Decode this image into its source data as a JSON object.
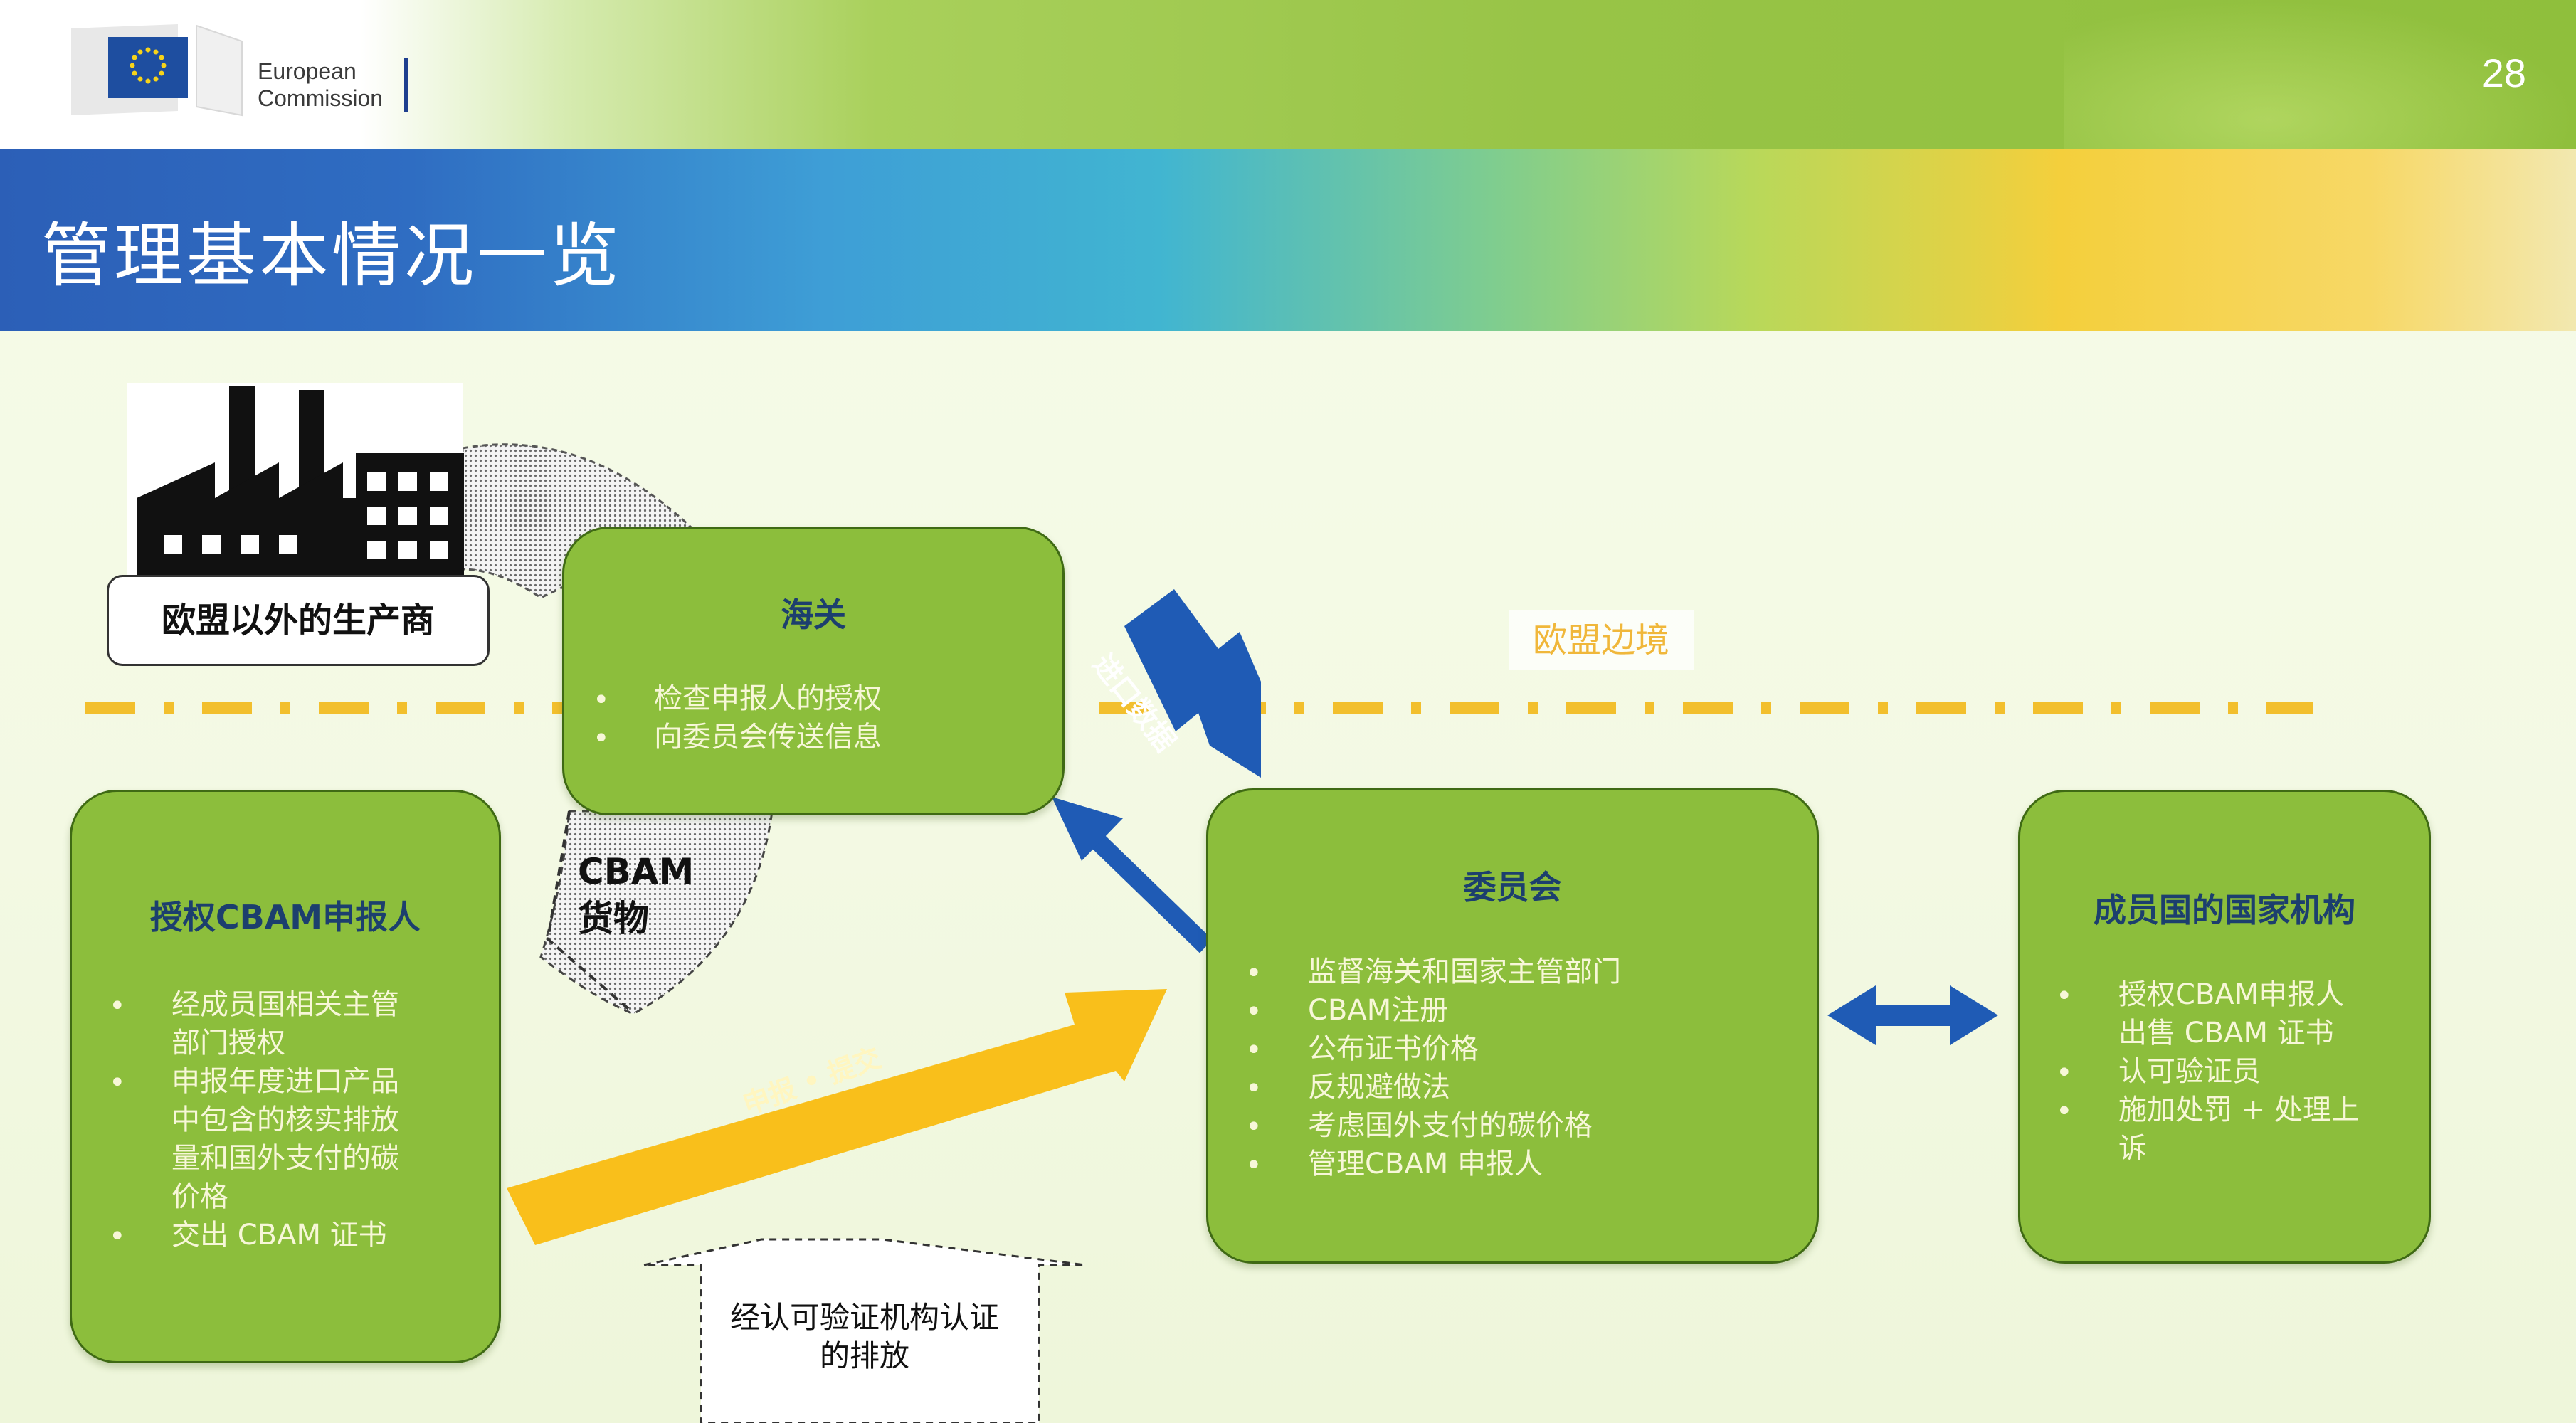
{
  "header": {
    "logo_line1": "European",
    "logo_line2": "Commission",
    "page_number": "28",
    "title": "管理基本情况一览"
  },
  "producer": {
    "label": "欧盟以外的生产商"
  },
  "eu_border": {
    "label": "欧盟边境"
  },
  "customs": {
    "title": "海关",
    "bullets": [
      "检查申报人的授权",
      "向委员会传送信息"
    ]
  },
  "cbam_goods": {
    "line1": "CBAM",
    "line2": "货物"
  },
  "declarant": {
    "title": "授权CBAM申报人",
    "bullets": [
      "经成员国相关主管部门授权",
      "申报年度进口产品中包含的核实排放量和国外支付的碳价格",
      "交出 CBAM 证书"
    ],
    "lines": [
      {
        "dot": true,
        "text": "经成员国相关主管"
      },
      {
        "dot": false,
        "text": "部门授权"
      },
      {
        "dot": true,
        "text": "申报年度进口产品"
      },
      {
        "dot": false,
        "text": "中包含的核实排放"
      },
      {
        "dot": false,
        "text": "量和国外支付的碳"
      },
      {
        "dot": false,
        "text": "价格"
      },
      {
        "dot": true,
        "text": "交出 CBAM 证书"
      }
    ]
  },
  "commission": {
    "title": "委员会",
    "bullets": [
      "监督海关和国家主管部门",
      "CBAM注册",
      "公布证书价格",
      "反规避做法",
      "考虑国外支付的碳价格",
      "管理CBAM 申报人"
    ]
  },
  "member_state": {
    "title": "成员国的国家机构",
    "lines": [
      {
        "dot": true,
        "text": "授权CBAM申报人"
      },
      {
        "dot": false,
        "text": "出售 CBAM 证书"
      },
      {
        "dot": true,
        "text": "认可验证员"
      },
      {
        "dot": true,
        "text": "施加处罚 + 处理上"
      },
      {
        "dot": false,
        "text": "诉"
      }
    ]
  },
  "arrows": {
    "import_data": "进口数据",
    "submit": "申报 • 提交"
  },
  "verifier": {
    "line1": "经认可验证机构认证",
    "line2": "的排放"
  },
  "colors": {
    "box_green": "#8cbe3c",
    "title_navy": "#1c3f6e",
    "title_white": "#ffffff",
    "arrow_blue": "#1f5bb5",
    "arrow_yellow": "#f9bf1b",
    "border_dash": "#f2bf2d"
  }
}
